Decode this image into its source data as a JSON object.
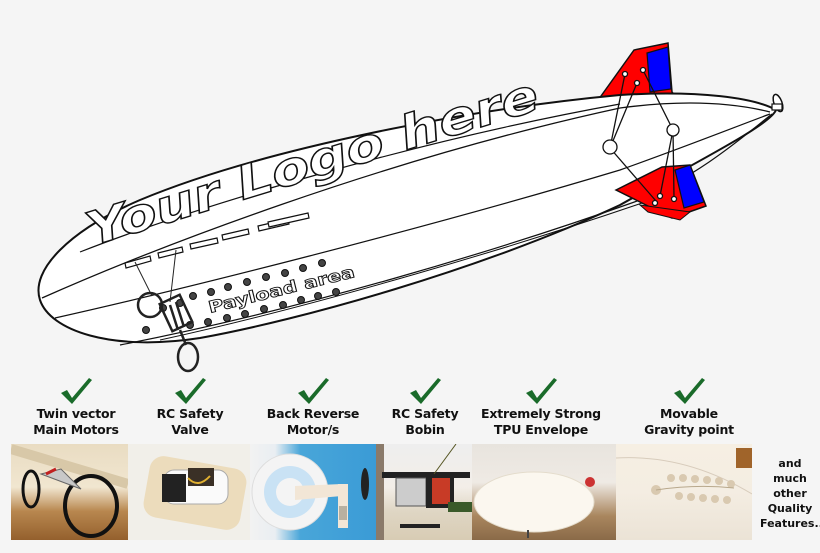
{
  "diagram": {
    "logo_text": "Your Logo here",
    "payload_text": "Payload area",
    "colors": {
      "background": "#f5f5f5",
      "envelope_fill": "#ffffff",
      "outline": "#111111",
      "fin_red": "#ff0000",
      "rudder_blue": "#0000ff",
      "check_green": "#1a6b2a"
    }
  },
  "features": [
    {
      "line1": "Twin vector",
      "line2": "Main Motors",
      "icon": "checkmark-icon"
    },
    {
      "line1": "RC Safety",
      "line2": "Valve",
      "icon": "checkmark-icon"
    },
    {
      "line1": "Back Reverse",
      "line2": "Motor/s",
      "icon": "checkmark-icon"
    },
    {
      "line1": "RC Safety",
      "line2": "Bobin",
      "icon": "checkmark-icon"
    },
    {
      "line1": "Extremely Strong",
      "line2": "TPU Envelope",
      "icon": "checkmark-icon"
    },
    {
      "line1": "Movable",
      "line2": "Gravity point",
      "icon": "checkmark-icon"
    }
  ],
  "photos": [
    {
      "subject": "twin vector main motors gondola"
    },
    {
      "subject": "rc safety valve"
    },
    {
      "subject": "back reverse motor"
    },
    {
      "subject": "rc safety bobin"
    },
    {
      "subject": "tpu envelope inflated"
    },
    {
      "subject": "movable gravity point mounts"
    }
  ],
  "more_features": {
    "line1": "and",
    "line2": "much",
    "line3": "other",
    "line4": "Quality",
    "line5": "Features.."
  }
}
